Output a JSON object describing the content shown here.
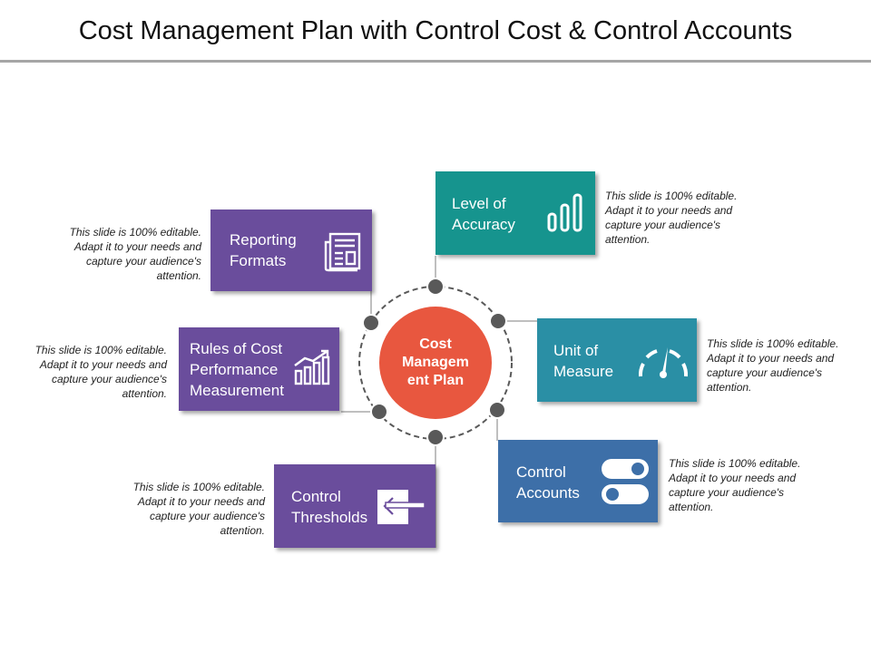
{
  "title": "Cost Management Plan with Control Cost & Control Accounts",
  "center": {
    "label_line1": "Cost",
    "label_line2": "Managem",
    "label_line3": "ent Plan",
    "color": "#e8573f"
  },
  "colors": {
    "purple": "#6a4d9c",
    "teal": "#16948e",
    "cyan": "#2a8fa5",
    "blue": "#3d6fa8",
    "node": "#595959"
  },
  "cards": {
    "reporting": {
      "line1": "Reporting",
      "line2": "Formats",
      "icon": "newspaper-icon"
    },
    "rules": {
      "line1": "Rules of Cost",
      "line2": "Performance",
      "line3": "Measurement",
      "icon": "bar-chart-trend-icon"
    },
    "thresholds": {
      "line1": "Control",
      "line2": "Thresholds",
      "icon": "arrow-left-icon"
    },
    "accuracy": {
      "line1": "Level of",
      "line2": "Accuracy",
      "icon": "bar-chart-icon"
    },
    "unit": {
      "line1": "Unit of",
      "line2": "Measure",
      "icon": "gauge-icon"
    },
    "accounts": {
      "line1": "Control",
      "line2": "Accounts",
      "icon": "toggle-switches-icon"
    }
  },
  "descriptions": {
    "reporting": {
      "l1": "This slide is 100% editable.",
      "l2": "Adapt it to your needs and",
      "l3": "capture your audience's",
      "l4": "attention."
    },
    "rules": {
      "l1": "This slide is 100% editable.",
      "l2": "Adapt it to your needs and",
      "l3": "capture your audience's",
      "l4": "attention."
    },
    "thresholds": {
      "l1": "This slide is 100% editable.",
      "l2": "Adapt it to your needs and",
      "l3": "capture your audience's",
      "l4": "attention."
    },
    "accuracy": {
      "l1": "This slide is 100% editable.",
      "l2": "Adapt it to your needs and",
      "l3": "capture your audience's",
      "l4": "attention."
    },
    "unit": {
      "l1": "This slide is 100% editable.",
      "l2": "Adapt it to your needs and",
      "l3": "capture your audience's",
      "l4": "attention."
    },
    "accounts": {
      "l1": "This slide is 100% editable.",
      "l2": "Adapt it to your needs and",
      "l3": "capture your audience's",
      "l4": "attention."
    }
  }
}
